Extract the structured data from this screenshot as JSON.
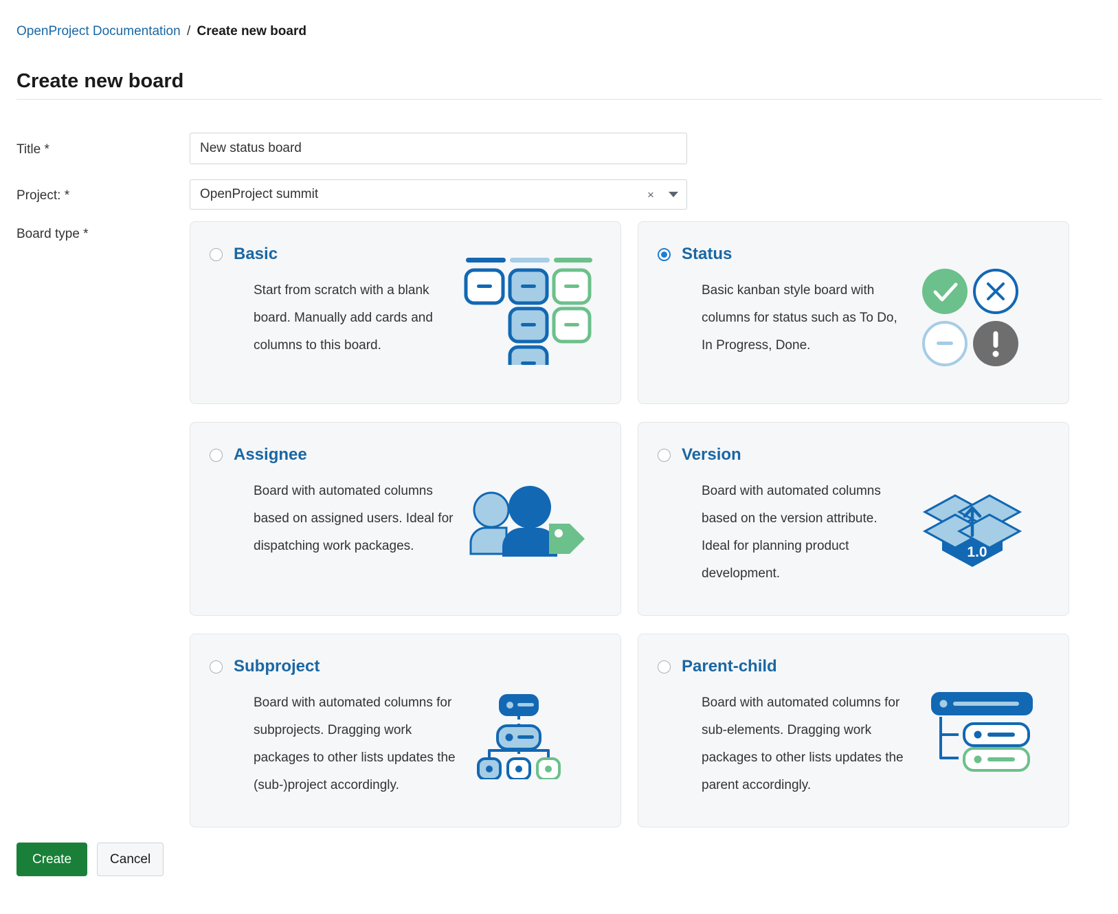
{
  "breadcrumb": {
    "parent": "OpenProject Documentation",
    "separator": "/",
    "current": "Create new board"
  },
  "page_title": "Create new board",
  "form": {
    "title_label": "Title *",
    "title_value": "New status board",
    "title_placeholder": "",
    "project_label": "Project: *",
    "project_value": "OpenProject summit",
    "clear_glyph": "×",
    "board_type_label": "Board type *"
  },
  "board_types": [
    {
      "name": "Basic",
      "description": "Start from scratch with a blank board. Manually add cards and columns to this board.",
      "selected": false,
      "icon": "basic-columns-icon"
    },
    {
      "name": "Status",
      "description": "Basic kanban style board with columns for status such as To Do, In Progress, Done.",
      "selected": true,
      "icon": "status-circles-icon"
    },
    {
      "name": "Assignee",
      "description": "Board with automated columns based on assigned users. Ideal for dispatching work packages.",
      "selected": false,
      "icon": "users-tag-icon"
    },
    {
      "name": "Version",
      "description": "Board with automated columns based on the version attribute. Ideal for planning product development.",
      "selected": false,
      "icon": "open-box-version-icon",
      "icon_label": "1.0"
    },
    {
      "name": "Subproject",
      "description": "Board with automated columns for subprojects. Dragging work packages to other lists updates the (sub-)project accordingly.",
      "selected": false,
      "icon": "subproject-tree-icon"
    },
    {
      "name": "Parent-child",
      "description": "Board with automated columns for sub-elements. Dragging work packages to other lists updates the parent accordingly.",
      "selected": false,
      "icon": "parent-child-tree-icon"
    }
  ],
  "footer": {
    "create_label": "Create",
    "cancel_label": "Cancel"
  },
  "colors": {
    "link_blue": "#1a67a3",
    "accent_blue": "#1f7ed0",
    "icon_blue": "#1268b3",
    "icon_light_blue": "#a5cde5",
    "icon_green": "#6cc08b",
    "status_grey": "#6e6e6e",
    "create_green": "#1a8039",
    "card_bg": "#f6f7f9"
  }
}
